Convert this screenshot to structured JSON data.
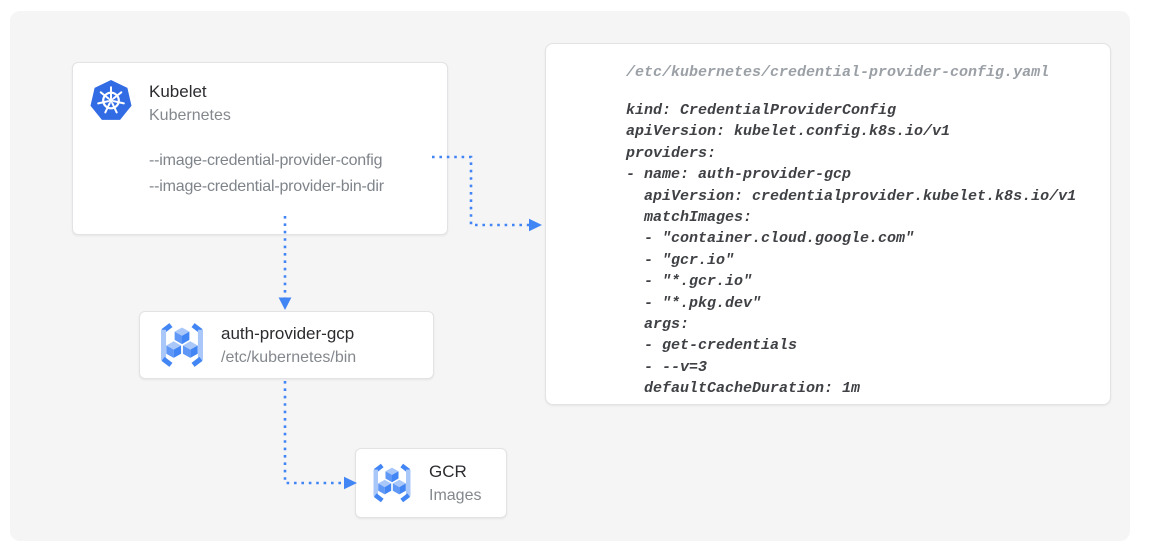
{
  "nodes": {
    "kubelet": {
      "title": "Kubelet",
      "subtitle": "Kubernetes",
      "icon": "kubernetes-icon",
      "flags": [
        "--image-credential-provider-config",
        "--image-credential-provider-bin-dir"
      ]
    },
    "auth_provider": {
      "title": "auth-provider-gcp",
      "subtitle": "/etc/kubernetes/bin",
      "icon": "gcr-icon"
    },
    "gcr": {
      "title": "GCR",
      "subtitle": "Images",
      "icon": "gcr-icon"
    }
  },
  "code_panel": {
    "filename": "/etc/kubernetes/credential-provider-config.yaml",
    "code_lines": [
      "kind: CredentialProviderConfig",
      "apiVersion: kubelet.config.k8s.io/v1",
      "providers:",
      "- name: auth-provider-gcp",
      "  apiVersion: credentialprovider.kubelet.k8s.io/v1",
      "  matchImages:",
      "  - \"container.cloud.google.com\"",
      "  - \"gcr.io\"",
      "  - \"*.gcr.io\"",
      "  - \"*.pkg.dev\"",
      "  args:",
      "  - get-credentials",
      "  - --v=3",
      "  defaultCacheDuration: 1m"
    ]
  },
  "colors": {
    "arrow_blue": "#4285f4",
    "kubernetes_blue": "#326ce5",
    "gcr_icon_light_blue": "#a9c8f9",
    "gcr_icon_mid_blue": "#5e97f6",
    "canvas_background": "#f5f5f6",
    "card_background": "#ffffff",
    "card_border": "#e3e3e5",
    "title_text": "#2b2c2f",
    "muted_text": "#84888d",
    "code_text": "#3f4145",
    "code_filename_text": "#9aa0a6"
  }
}
